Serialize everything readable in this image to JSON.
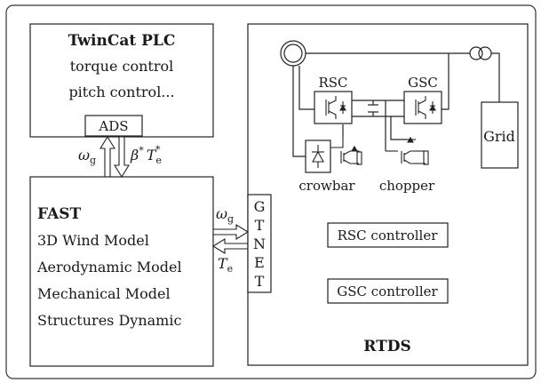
{
  "plc": {
    "title": "TwinCat PLC",
    "lines": [
      "torque control",
      "pitch control..."
    ],
    "ads": "ADS"
  },
  "fast": {
    "title": "FAST",
    "lines": [
      "3D Wind Model",
      "Aerodynamic Model",
      "Mechanical Model",
      "Structures Dynamic"
    ]
  },
  "signals": {
    "omega_sym": "ω",
    "omega_sub": "g",
    "beta_sym": "β",
    "te_sym": "T",
    "te_sub": "e",
    "star": "*"
  },
  "gtnet": {
    "letters": [
      "G",
      "T",
      "N",
      "E",
      "T"
    ]
  },
  "rtds": {
    "title": "RTDS",
    "rsc": "RSC",
    "gsc": "GSC",
    "grid": "Grid",
    "crowbar": "crowbar",
    "chopper": "chopper",
    "rsc_controller": "RSC controller",
    "gsc_controller": "GSC controller"
  }
}
